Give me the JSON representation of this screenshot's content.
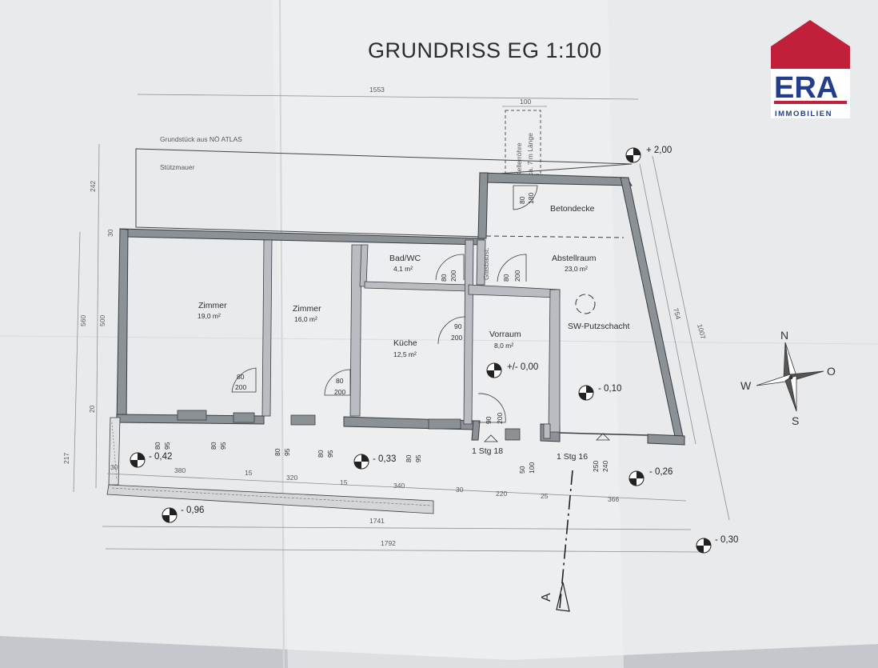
{
  "title": "GRUNDRISS EG 1:100",
  "logo": {
    "brand": "ERA",
    "sub": "IMMOBILIEN",
    "roof_color": "#c21f3a",
    "text_color": "#233d8c"
  },
  "notes": {
    "plot_source": "Grundstück aus NÖ ATLAS",
    "retaining_wall": "Stützmauer",
    "concrete_slab": "Betondecke",
    "cellar_pipe_1": "Kellerröhre",
    "cellar_pipe_2": "ca. 7 m Länge",
    "glass_brick": "Glasbaust."
  },
  "rooms": [
    {
      "name": "Zimmer",
      "area": "19,0 m²"
    },
    {
      "name": "Zimmer",
      "area": "16,0 m²"
    },
    {
      "name": "Bad/WC",
      "area": "4,1 m²"
    },
    {
      "name": "Küche",
      "area": "12,5 m²"
    },
    {
      "name": "Vorraum",
      "area": "8,0 m²"
    },
    {
      "name": "Abstellraum",
      "area": "23,0 m²"
    }
  ],
  "sw_shaft": "SW-Putzschacht",
  "levels": [
    "+ 2,00",
    "+/- 0,00",
    "- 0,10",
    "- 0,42",
    "- 0,33",
    "- 0,26",
    "- 0,96",
    "- 0,30"
  ],
  "stairs": [
    "1 Stg 18",
    "1 Stg 16"
  ],
  "dimensions": {
    "top_total": "1553",
    "top_pipe": "100",
    "left": [
      "242",
      "30",
      "560",
      "500",
      "20",
      "217"
    ],
    "right": [
      "754",
      "1007"
    ],
    "bottom_row": [
      "30",
      "380",
      "15",
      "320",
      "15",
      "340",
      "30",
      "220",
      "25",
      "366"
    ],
    "total_1": "1741",
    "total_2": "1792"
  },
  "doors": [
    {
      "w": "80",
      "h": "200"
    },
    {
      "w": "80",
      "h": "200"
    },
    {
      "w": "80",
      "h": "200"
    },
    {
      "w": "80",
      "h": "200"
    },
    {
      "w": "90",
      "h": "200"
    },
    {
      "w": "90",
      "h": "200"
    },
    {
      "w": "80",
      "h": "180"
    }
  ],
  "windows": [
    {
      "w": "80",
      "h": "95"
    },
    {
      "w": "80",
      "h": "95"
    },
    {
      "w": "80",
      "h": "95"
    },
    {
      "w": "80",
      "h": "95"
    },
    {
      "w": "80",
      "h": "95"
    },
    {
      "w": "50",
      "h": "100"
    },
    {
      "w": "250",
      "h": "240"
    }
  ],
  "compass": {
    "n": "N",
    "s": "S",
    "w": "W",
    "o": "O"
  },
  "section_mark": "A"
}
